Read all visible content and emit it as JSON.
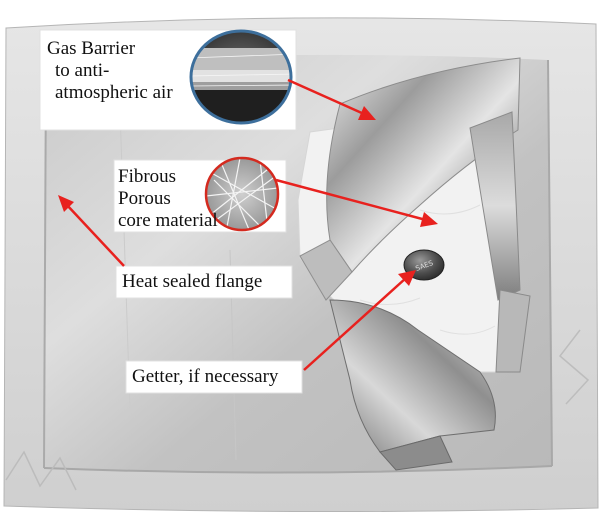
{
  "labels": {
    "gas_barrier": {
      "line1": "Gas Barrier",
      "line2": "to anti-",
      "line3": "atmospheric air"
    },
    "core": {
      "line1": "Fibrous",
      "line2": "Porous",
      "line3": "core material"
    },
    "flange": "Heat sealed flange",
    "getter": "Getter, if necessary",
    "getter_marking": "SAES"
  },
  "colors": {
    "arrow": "#e8211e",
    "inset_ring_blue": "#3d6f9c",
    "inset_ring_red": "#d42a1f",
    "label_background": "#ffffff"
  }
}
